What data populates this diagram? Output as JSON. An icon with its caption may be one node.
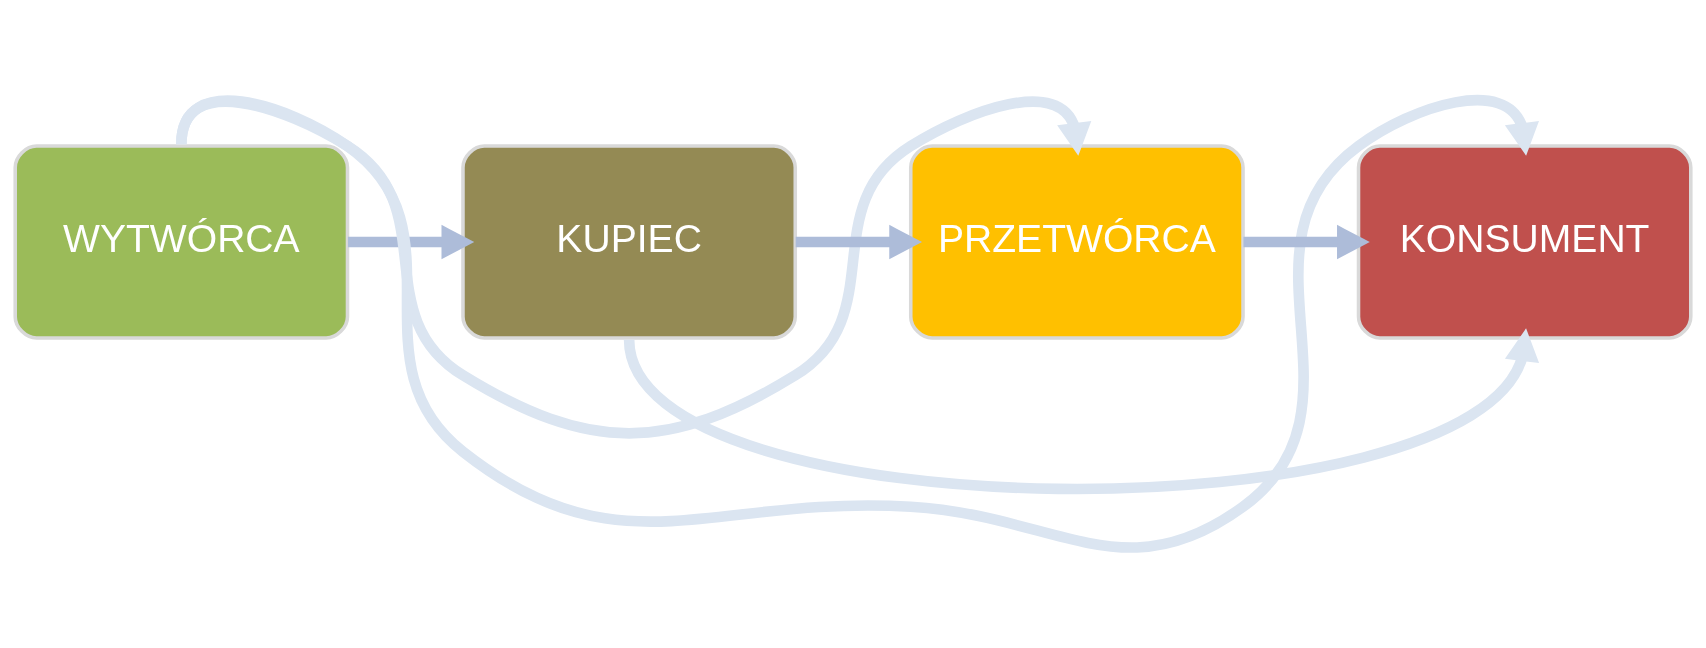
{
  "diagram": {
    "nodes": [
      {
        "text": [
          "WYTWÓRCA"
        ]
      },
      {
        "text": [
          "KUPIEC"
        ]
      },
      {
        "text": [
          "PRZETWÓRCA"
        ]
      },
      {
        "text": [
          "KONSUMENT"
        ]
      }
    ],
    "edges": [
      {
        "from": 0,
        "to": 1,
        "arrow": "to"
      },
      {
        "from": 1,
        "to": 2,
        "arrow": "to"
      },
      {
        "from": 2,
        "to": 3,
        "arrow": "to"
      },
      {
        "from": 0,
        "to": 3,
        "arrow": "to",
        "color": "#dbe5f1"
      },
      {
        "from": 0,
        "to": 2,
        "arrow": "to",
        "color": "#dbe5f1"
      },
      {
        "from": 1,
        "to": 3,
        "arrow": "to",
        "color": "#dbe5f1"
      }
    ]
  }
}
